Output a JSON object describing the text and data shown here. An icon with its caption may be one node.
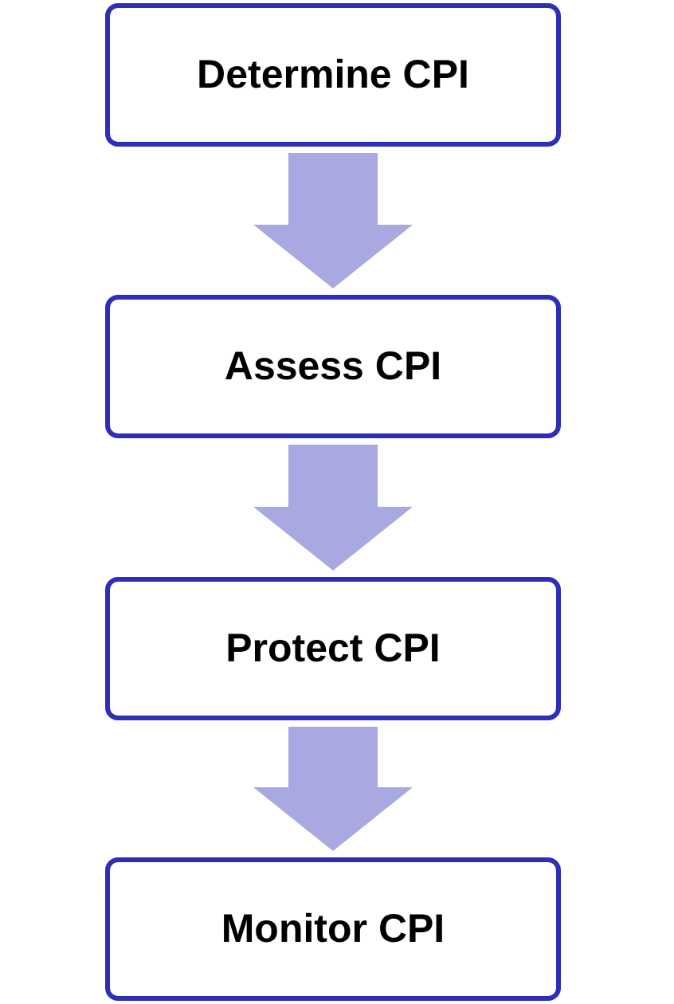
{
  "diagram": {
    "nodes": [
      {
        "text": [
          "Determine CPI"
        ]
      },
      {
        "text": [
          "Assess CPI"
        ]
      },
      {
        "text": [
          "Protect CPI"
        ]
      },
      {
        "text": [
          "Monitor CPI"
        ]
      }
    ],
    "edges": [
      {
        "from": 0,
        "to": 1,
        "arrow": "to"
      },
      {
        "from": 1,
        "to": 2,
        "arrow": "to"
      },
      {
        "from": 2,
        "to": 3,
        "arrow": "to"
      }
    ]
  }
}
